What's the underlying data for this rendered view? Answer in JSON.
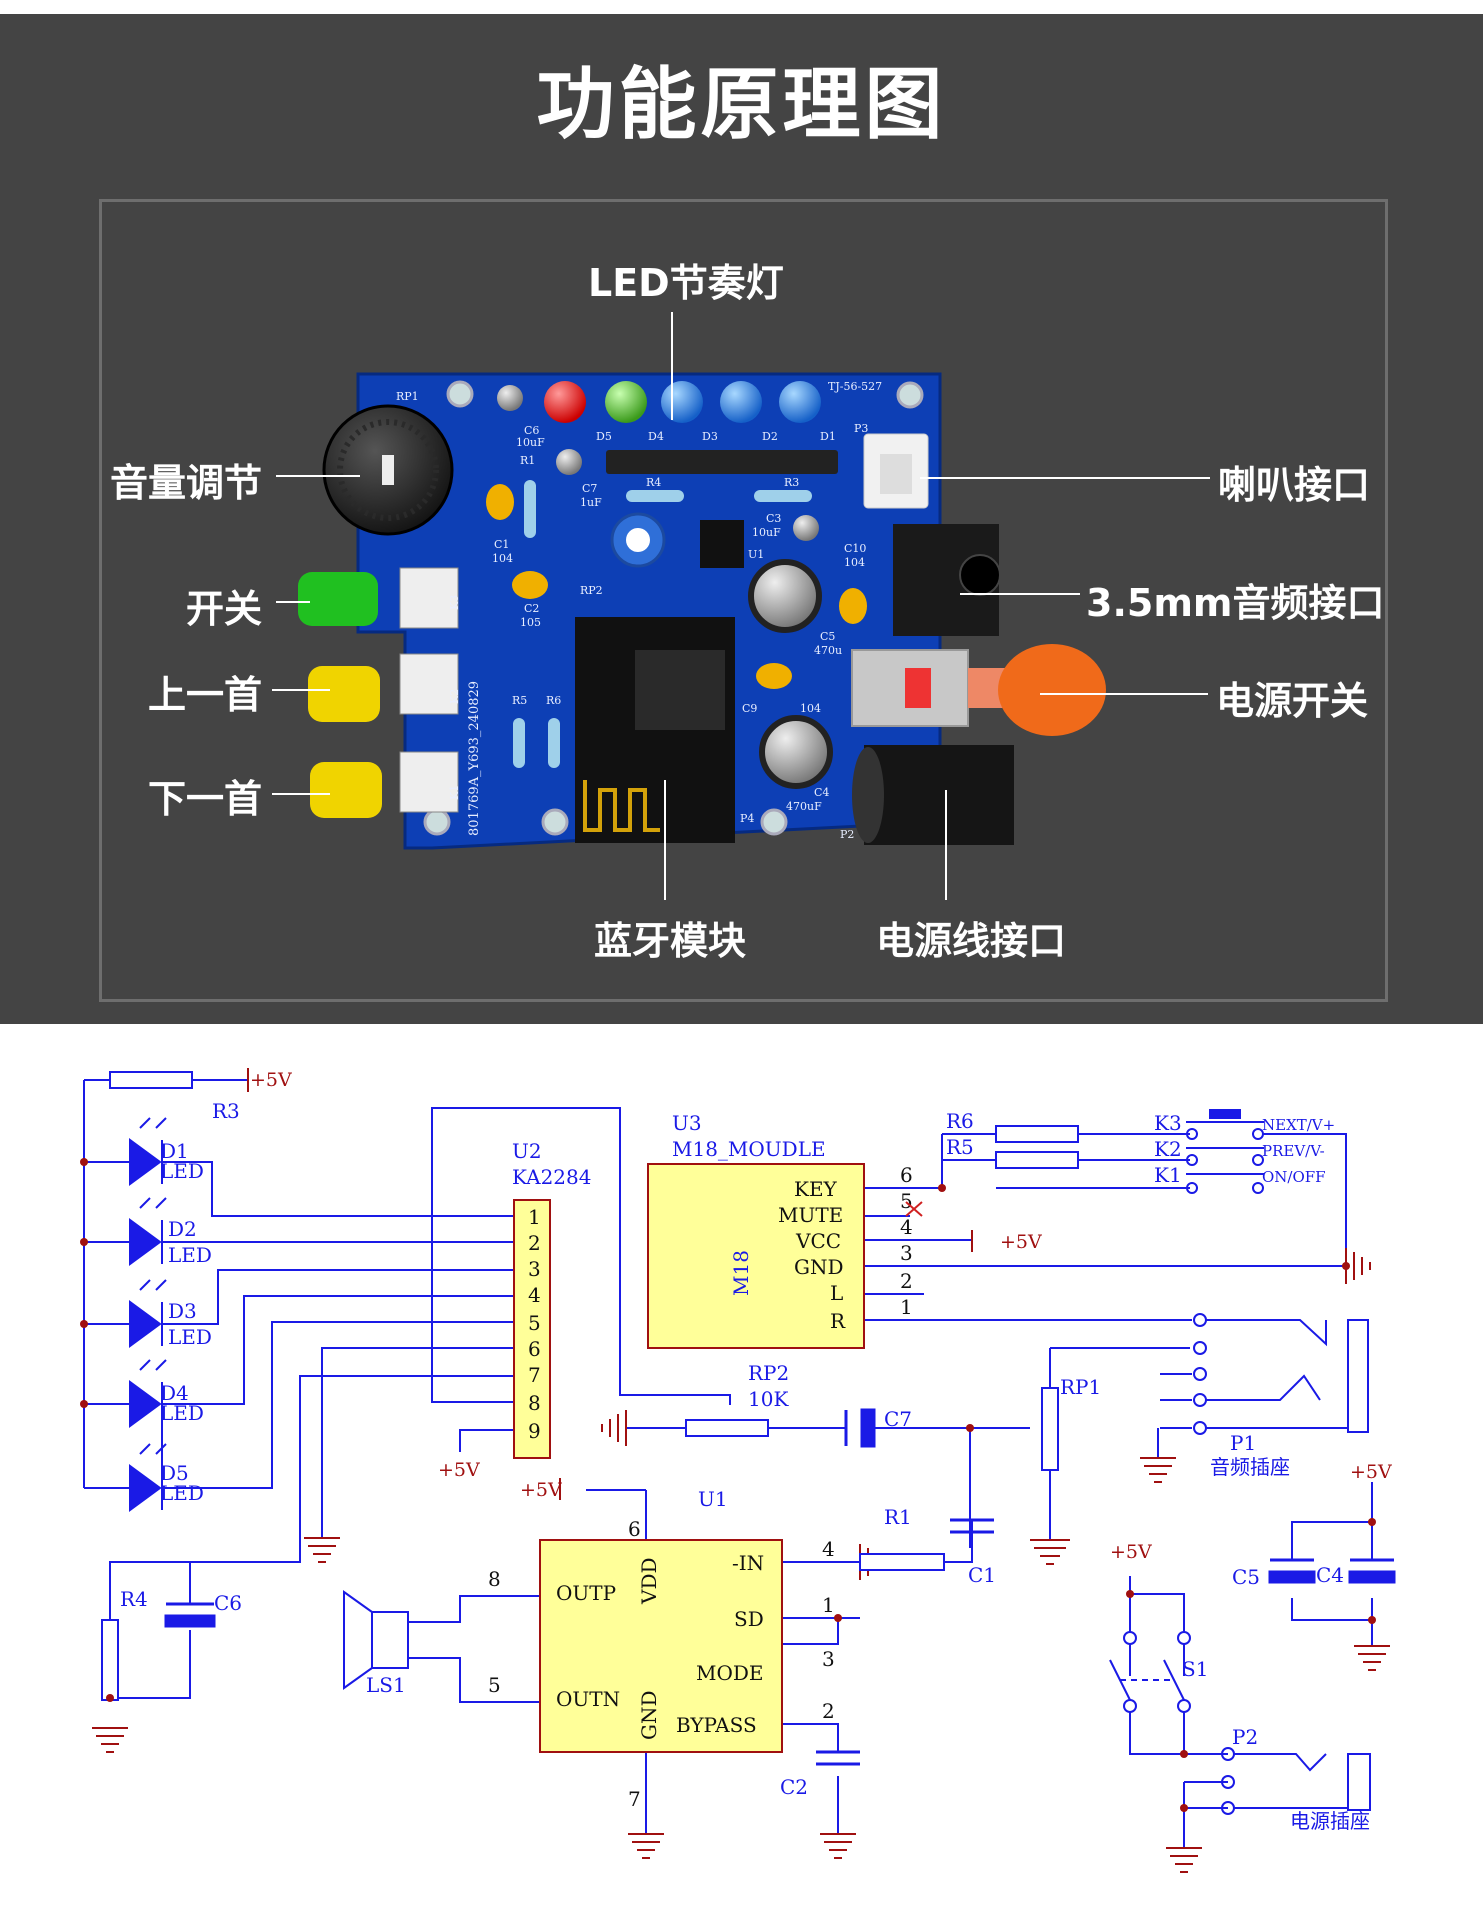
{
  "title": "功能原理图",
  "photo_labels": {
    "led": "LED节奏灯",
    "volume": "音量调节",
    "switch": "开关",
    "prev": "上一首",
    "next": "下一首",
    "speaker": "喇叭接口",
    "audio_jack": "3.5mm音频接口",
    "power_switch": "电源开关",
    "bluetooth": "蓝牙模块",
    "power_jack": "电源线接口"
  },
  "pcb_silk": {
    "rp1": "RP1",
    "board_id": "TJ-56-527",
    "vertical": "801769A_Y693_240829",
    "c6": "C6",
    "c6v": "10uF",
    "r1": "R1",
    "c1": "C1",
    "c1v": "104",
    "c2": "C2",
    "c2v": "105",
    "c7": "C7",
    "c7v": "1uF",
    "r4": "R4",
    "r3": "R3",
    "c3": "C3",
    "c3v": "10uF",
    "c10": "C10",
    "c10v": "104",
    "rp2": "RP2",
    "u1": "U1",
    "c5": "C5",
    "c5v": "470u",
    "c9": "C9",
    "c9v": "104",
    "c4": "C4",
    "c4v": "470uF",
    "r5": "R5",
    "r6": "R6",
    "k1": "K1",
    "k2": "K2",
    "k3": "K3",
    "p2": "P2",
    "p3": "P3",
    "p4": "P4",
    "d1": "D1",
    "d2": "D2",
    "d3": "D3",
    "d4": "D4",
    "d5": "D5"
  },
  "schematic": {
    "r3": "R3",
    "plus5v": "+5V",
    "leds": [
      {
        "name": "D1",
        "type": "LED"
      },
      {
        "name": "D2",
        "type": "LED"
      },
      {
        "name": "D3",
        "type": "LED"
      },
      {
        "name": "D4",
        "type": "LED"
      },
      {
        "name": "D5",
        "type": "LED"
      }
    ],
    "u2_ref": "U2",
    "u2_part": "KA2284",
    "u2_pins": [
      "1",
      "2",
      "3",
      "4",
      "5",
      "6",
      "7",
      "8",
      "9"
    ],
    "u3_ref": "U3",
    "u3_part": "M18_MOUDLE",
    "u3_body": "M18",
    "u3_pins": [
      "KEY",
      "MUTE",
      "VCC",
      "GND",
      "L",
      "R"
    ],
    "u3_pin_nums": [
      "6",
      "5",
      "4",
      "3",
      "2",
      "1"
    ],
    "r6": "R6",
    "r5": "R5",
    "keys": [
      {
        "ref": "K3",
        "fn": "NEXT/V+"
      },
      {
        "ref": "K2",
        "fn": "PREV/V-"
      },
      {
        "ref": "K1",
        "fn": "ON/OFF"
      }
    ],
    "rp2": "RP2",
    "rp2v": "10K",
    "c7": "C7",
    "rp1": "RP1",
    "p1": "P1",
    "p1_name": "音频插座",
    "u1_ref": "U1",
    "u1_left": [
      "OUTP",
      "OUTN"
    ],
    "u1_right": [
      "-IN",
      "SD",
      "MODE",
      "BYPASS"
    ],
    "u1_vdd": "VDD",
    "u1_gnd": "GND",
    "u1_pin_nums": {
      "vdd": "6",
      "outp": "8",
      "outn": "5",
      "in": "4",
      "sd": "1",
      "mode": "3",
      "bypass": "2",
      "gnd": "7"
    },
    "r1": "R1",
    "c1": "C1",
    "c2": "C2",
    "ls1": "LS1",
    "r4": "R4",
    "c6": "C6",
    "c5": "C5",
    "c4": "C4",
    "s1": "S1",
    "p2": "P2",
    "p2_name": "电源插座",
    "colors": {
      "wire": "#1a1ae6",
      "power": "#a01010",
      "part": "#1a1ae6",
      "ic_fill": "#ffff99",
      "ic_stroke": "#a01010"
    }
  }
}
